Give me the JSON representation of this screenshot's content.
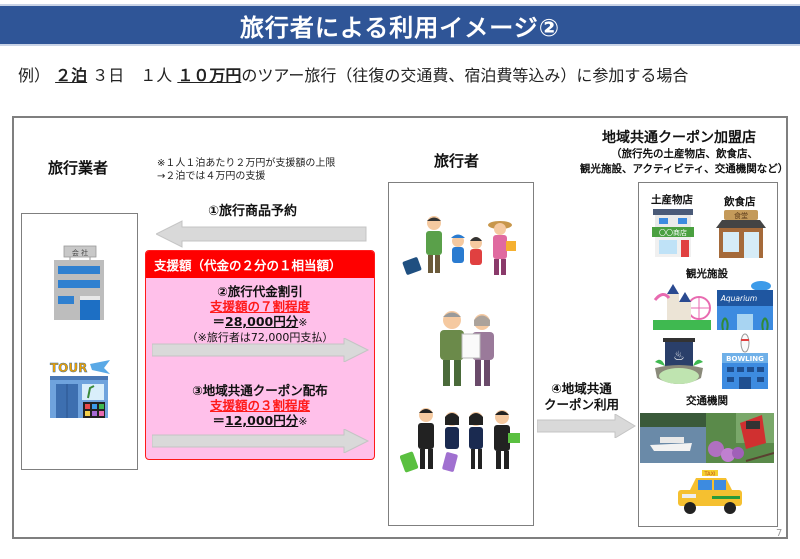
{
  "title": "旅行者による利用イメージ②",
  "example": {
    "prefix": "例）",
    "nights": "２泊",
    "days": "３日　１人",
    "price": "１０万円",
    "suffix": "のツアー旅行（往復の交通費、宿泊費等込み）に参加する場合"
  },
  "travel_agency": {
    "heading": "旅行業者",
    "icons": [
      "company-building-icon",
      "tour-shop-icon"
    ],
    "icon_labels": {
      "company_sign": "会 社",
      "tour_sign": "TOUR"
    }
  },
  "notes": {
    "line1": "※１人１泊あたり２万円が支援額の上限",
    "line2": "→２泊では４万円の支援"
  },
  "step1": {
    "label": "①旅行商品予約"
  },
  "support_box": {
    "header": "支援額（代金の２分の１相当額）",
    "discount": {
      "title": "②旅行代金割引",
      "ratio": "支援額の７割程度",
      "amount_prefix": "＝",
      "amount": "28,000円分",
      "amount_suffix": "※",
      "note": "（※旅行者は72,000円支払）"
    },
    "coupon": {
      "title": "③地域共通クーポン配布",
      "ratio": "支援額の３割程度",
      "amount_prefix": "＝",
      "amount": "12,000円分",
      "amount_suffix": "※"
    }
  },
  "travelers": {
    "heading": "旅行者",
    "icons": [
      "family-travelers-icon",
      "elderly-couple-icon",
      "students-group-icon"
    ]
  },
  "step4": {
    "line1": "④地域共通",
    "line2": "クーポン利用"
  },
  "coupon_stores": {
    "heading": "地域共通クーポン加盟店",
    "sub1": "（旅行先の土産物店、飲食店、",
    "sub2": "観光施設、アクティビティ、交通機関など）",
    "categories": {
      "souvenir": "土産物店",
      "restaurant": "飲食店",
      "tourism": "観光施設",
      "transport": "交通機関"
    },
    "icon_labels": {
      "souvenir_sign": "〇〇商店",
      "restaurant_sign": "食堂",
      "aquarium_sign": "Aquarium",
      "bowling_sign": "BOWLING",
      "taxi_sign": "TAXI"
    }
  },
  "page_number": "7",
  "colors": {
    "title_bg": "#2f5597",
    "support_header": "#ff0000",
    "support_bg": "#ffc0ea",
    "arrow_fill": "#d9d9d9",
    "frame_border": "#7f7f7f",
    "red_text": "#ff1a1a"
  }
}
